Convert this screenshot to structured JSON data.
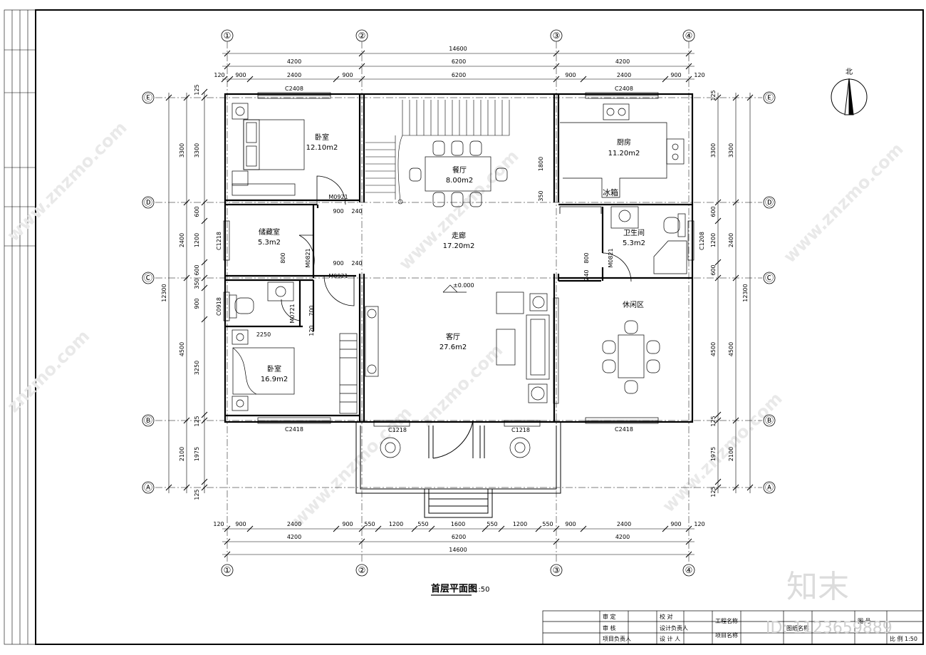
{
  "drawing": {
    "title": "首层平面图",
    "scale": "1:50",
    "north": "北",
    "elevation": "±0.000",
    "grid_cols": [
      "①",
      "②",
      "③",
      "④"
    ],
    "grid_rows": [
      "Ⓔ",
      "Ⓓ",
      "Ⓒ",
      "Ⓑ",
      "Ⓐ"
    ],
    "dims": {
      "total": "14600",
      "bays": [
        "4200",
        "6200",
        "4200"
      ],
      "top_detail": [
        "120",
        "900",
        "2400",
        "900",
        "6200",
        "900",
        "2400",
        "900",
        "120"
      ],
      "bottom_detail": [
        "120",
        "900",
        "2400",
        "900",
        "550",
        "1200",
        "550",
        "1600",
        "550",
        "1200",
        "550",
        "900",
        "2400",
        "900",
        "120"
      ],
      "left_outer": "12300",
      "left_rows": [
        "3300",
        "2400",
        "4500",
        "2100"
      ],
      "left_detail": [
        "125",
        "3300",
        "600",
        "1200",
        "600",
        "350",
        "900",
        "3250",
        "125",
        "1975",
        "125"
      ],
      "right_outer": "12300",
      "right_rows": [
        "3300",
        "2400",
        "4500",
        "2100"
      ],
      "right_detail": [
        "125",
        "3300",
        "600",
        "1200",
        "600",
        "4500",
        "125",
        "1975",
        "125"
      ]
    },
    "rooms": [
      {
        "name": "卧室",
        "area": "12.10m2"
      },
      {
        "name": "餐厅",
        "area": "8.00m2"
      },
      {
        "name": "厨房",
        "area": "11.20m2"
      },
      {
        "name": "储藏室",
        "area": "5.3m2"
      },
      {
        "name": "走廊",
        "area": "17.20m2"
      },
      {
        "name": "卫生间",
        "area": "5.3m2"
      },
      {
        "name": "客厅",
        "area": "27.6m2"
      },
      {
        "name": "卧室",
        "area": "16.9m2"
      },
      {
        "name": "休闲区",
        "area": ""
      }
    ],
    "fridge_label": "冰箱",
    "openings": [
      "C2408",
      "C2408",
      "M0921",
      "M0921",
      "M0821",
      "M0821",
      "C1218",
      "C1208",
      "C0918",
      "M0721",
      "C2418",
      "C1218",
      "C1218",
      "C2418"
    ],
    "small_dims": [
      "1800",
      "350",
      "900",
      "240",
      "900",
      "240",
      "800",
      "700",
      "120",
      "2250",
      "240",
      "800"
    ],
    "brand_watermark": "知末",
    "id_text": "ID: 1123659889"
  },
  "title_block": {
    "labels": [
      "审 定",
      "审 核",
      "项目负责人",
      "校 对",
      "设计负责人",
      "设 计 人",
      "工程名称",
      "项目名称",
      "图纸名称",
      "图 号",
      "比 例"
    ],
    "scale": "1:50"
  }
}
